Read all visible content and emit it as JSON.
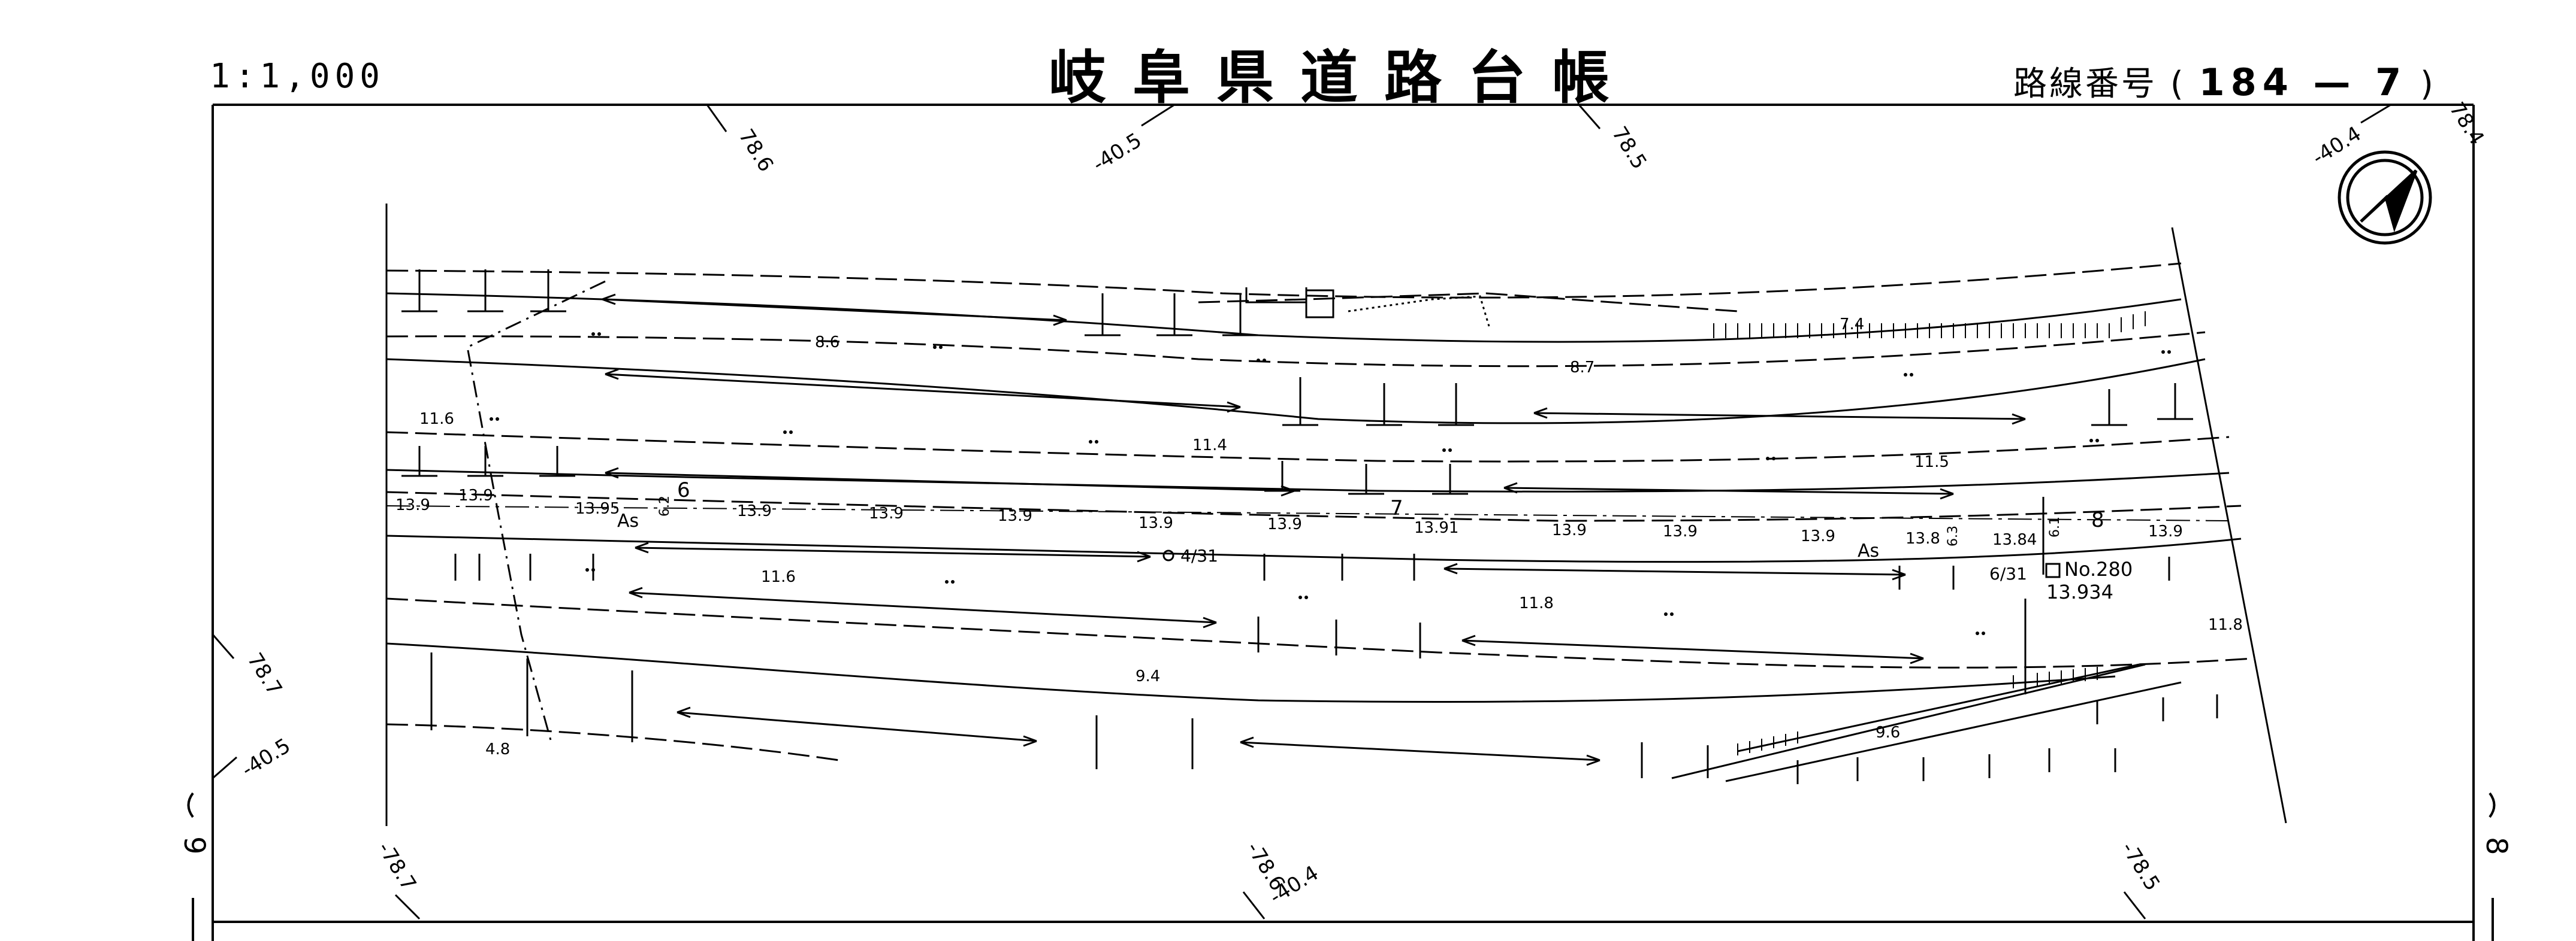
{
  "header": {
    "scale": "1:1,000",
    "title": "岐阜県道路台帳",
    "route_label": "路線番号",
    "route_paren_open": "(",
    "route_number": "184 — 7",
    "route_paren_close": ")"
  },
  "grid_labels": {
    "top": [
      "78.6",
      "-40.5",
      "78.5",
      "-40.4",
      "78.4"
    ],
    "left": [
      "78.7",
      "-40.5"
    ],
    "bottom": [
      "-78.7",
      "-78.6",
      "-40.4",
      "-78.5"
    ]
  },
  "side_labels": {
    "left": "9",
    "right": "8"
  },
  "stations": [
    "6",
    "7",
    "8"
  ],
  "surface_labels": [
    "As",
    "As"
  ],
  "benchmark": {
    "label": "No.280",
    "elevation": "13.934"
  },
  "survey_marks": [
    "4/31",
    "6/31"
  ],
  "spot_elevations": {
    "row1": [
      "8.6",
      "7.4",
      "8.7"
    ],
    "row2": [
      "11.6",
      "11.4",
      "11.5"
    ],
    "row3": [
      "13.9",
      "13.9",
      "13.95",
      "13.9",
      "13.9",
      "13.9",
      "13.9",
      "13.9",
      "13.91",
      "13.9",
      "13.9",
      "13.9",
      "13.8",
      "13.84",
      "13.9"
    ],
    "row4": [
      "11.6",
      "11.8",
      "11.8"
    ],
    "row5": [
      "9.4",
      "9.6",
      "4.8"
    ]
  },
  "profile_numbers": [
    "6.2",
    "6.3",
    "6.1"
  ],
  "colors": {
    "ink": "#000000",
    "paper": "#ffffff"
  }
}
